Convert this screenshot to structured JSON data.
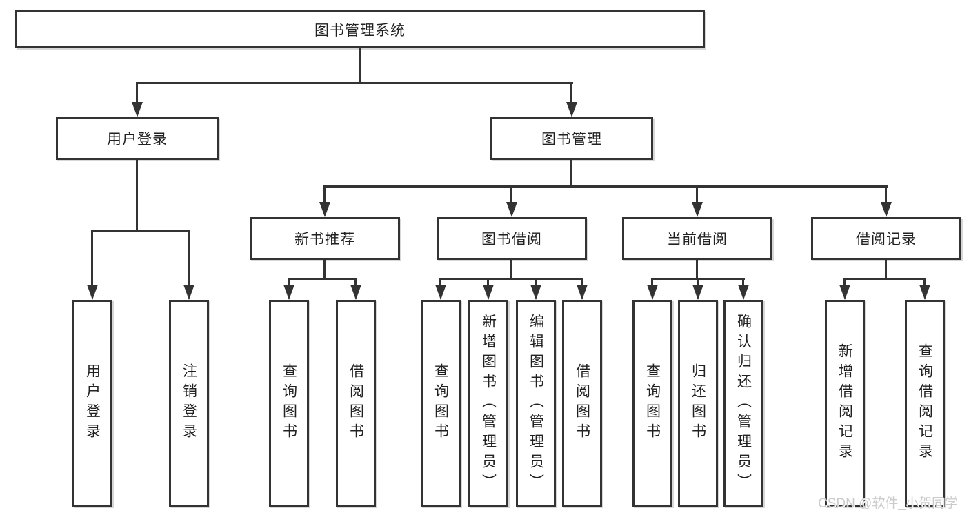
{
  "diagram": {
    "type": "hierarchy-tree",
    "title": "图书管理系统"
  },
  "nodes": {
    "root": {
      "label": "图书管理系统"
    },
    "user_login": {
      "label": "用户登录"
    },
    "book_mgmt": {
      "label": "图书管理"
    },
    "new_book": {
      "label": "新书推荐"
    },
    "book_borrow": {
      "label": "图书借阅"
    },
    "current_borrow": {
      "label": "当前借阅"
    },
    "borrow_record": {
      "label": "借阅记录"
    },
    "leaf_login": {
      "label": "用户登录"
    },
    "leaf_logout": {
      "label": "注销登录"
    },
    "leaf_nb_query": {
      "label": "查询图书"
    },
    "leaf_nb_borrow": {
      "label": "借阅图书"
    },
    "leaf_bb_query": {
      "label": "查询图书"
    },
    "leaf_bb_add": {
      "label": "新增图书（管理员）"
    },
    "leaf_bb_edit": {
      "label": "编辑图书（管理员）"
    },
    "leaf_bb_borrow": {
      "label": "借阅图书"
    },
    "leaf_cb_query": {
      "label": "查询图书"
    },
    "leaf_cb_return": {
      "label": "归还图书"
    },
    "leaf_cb_confirm": {
      "label": "确认归还（管理员）"
    },
    "leaf_br_add": {
      "label": "新增借阅记录"
    },
    "leaf_br_query": {
      "label": "查询借阅记录"
    }
  },
  "hierarchy": {
    "图书管理系统": {
      "用户登录": [
        "用户登录",
        "注销登录"
      ],
      "图书管理": {
        "新书推荐": [
          "查询图书",
          "借阅图书"
        ],
        "图书借阅": [
          "查询图书",
          "新增图书（管理员）",
          "编辑图书（管理员）",
          "借阅图书"
        ],
        "当前借阅": [
          "查询图书",
          "归还图书",
          "确认归还（管理员）"
        ],
        "借阅记录": [
          "新增借阅记录",
          "查询借阅记录"
        ]
      }
    }
  },
  "colors": {
    "line": "#333333",
    "border": "#333333",
    "text": "#212121",
    "watermark": "#cbcbcb",
    "background": "#ffffff"
  },
  "watermark": {
    "text": "CSDN @软件_小贺同学"
  }
}
